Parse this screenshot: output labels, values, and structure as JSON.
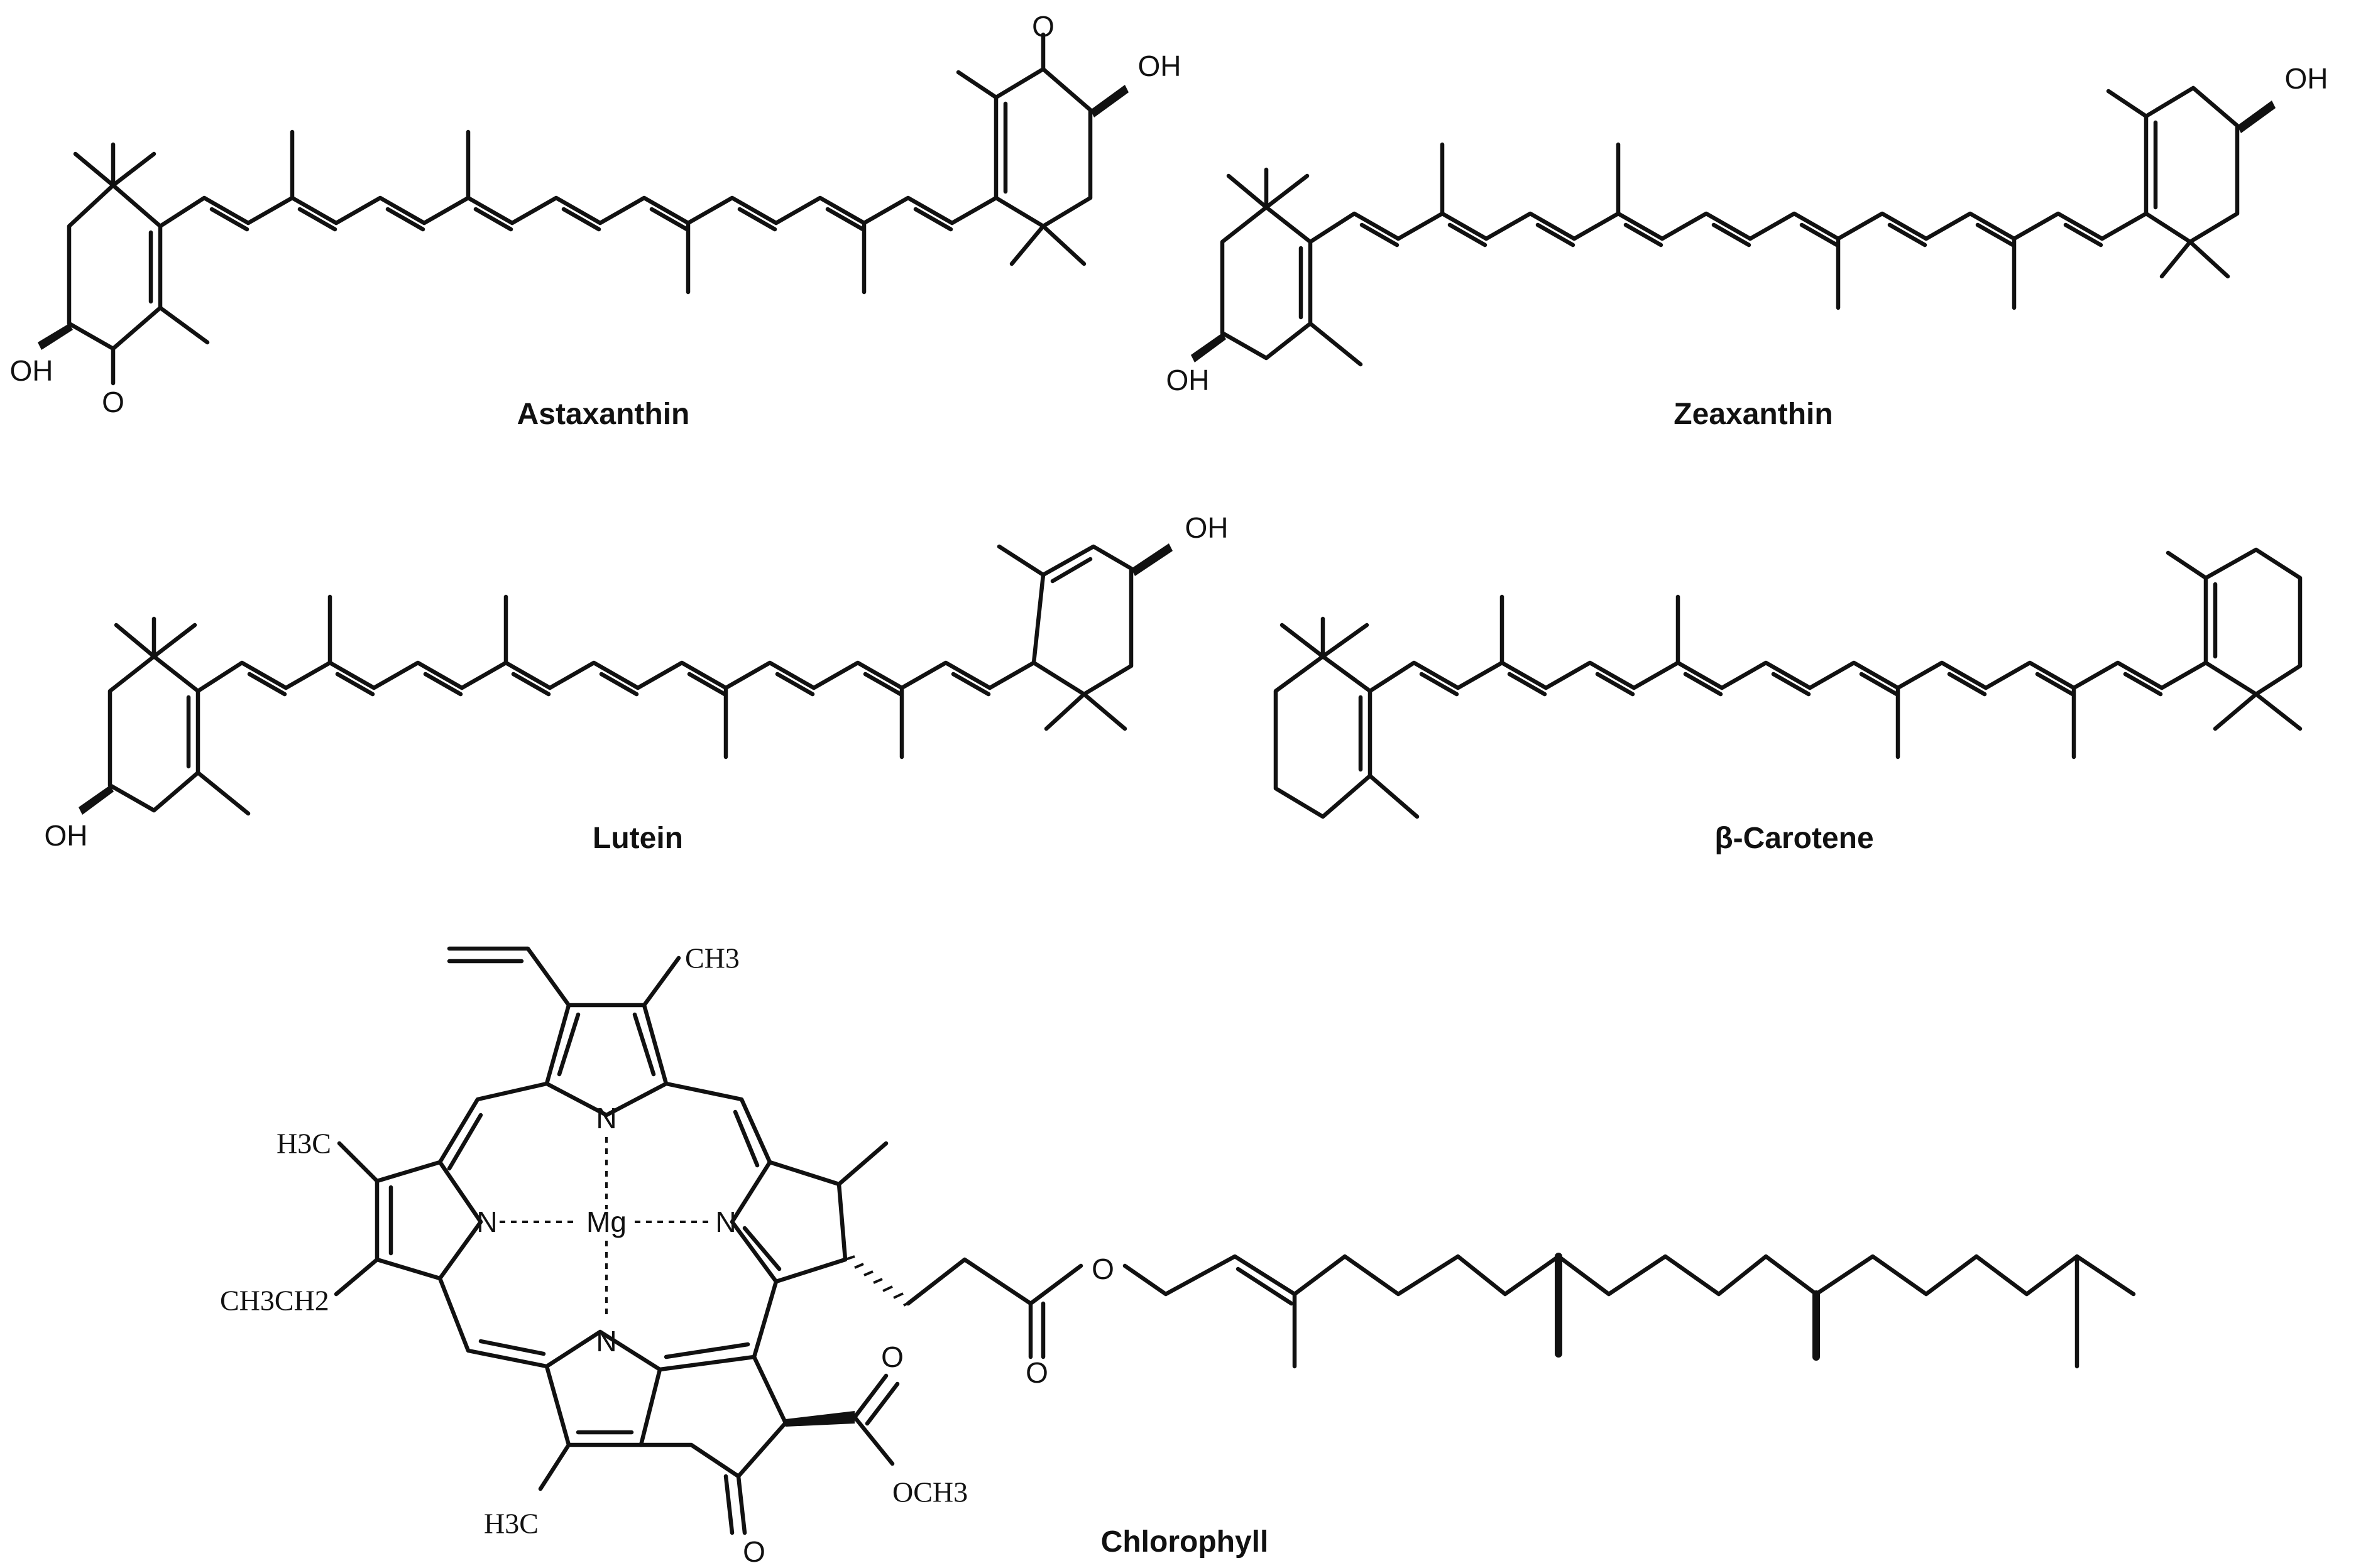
{
  "molecules": {
    "astaxanthin": {
      "name": "Astaxanthin",
      "oh_left": "OH",
      "o_left": "O",
      "o_right": "O",
      "oh_right": "OH"
    },
    "zeaxanthin": {
      "name": "Zeaxanthin",
      "oh_left": "OH",
      "oh_right": "OH"
    },
    "lutein": {
      "name": "Lutein",
      "oh_left": "OH",
      "oh_right": "OH"
    },
    "carotene": {
      "name": "β-Carotene"
    },
    "chlorophyll": {
      "name": "Chlorophyll",
      "mg": "Mg",
      "n": "N",
      "ch3": "CH3",
      "h3c_left": "H3C",
      "ch3ch2": "CH3CH2",
      "h3c_bottom": "H3C",
      "och3": "OCH3",
      "o_ketone": "O",
      "o_ester": "O",
      "o_ester_carbonyl": "O",
      "o_carbonyl": "O"
    }
  },
  "colors": {
    "ink": "#111111",
    "background": "#ffffff"
  }
}
